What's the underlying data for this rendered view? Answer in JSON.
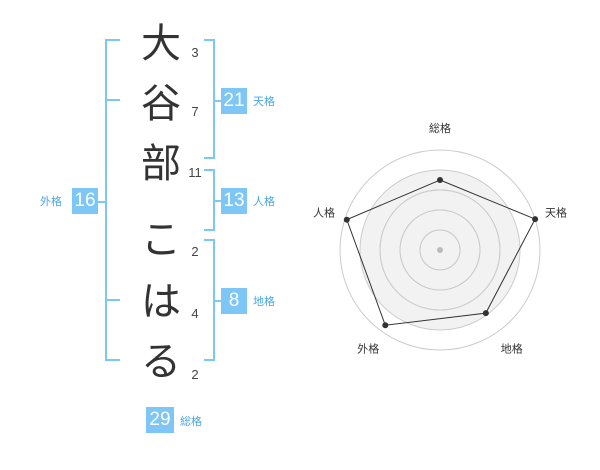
{
  "name": {
    "characters": [
      {
        "char": "大",
        "strokes": "3"
      },
      {
        "char": "谷",
        "strokes": "7"
      },
      {
        "char": "部",
        "strokes": "11"
      },
      {
        "char": "こ",
        "strokes": "2"
      },
      {
        "char": "は",
        "strokes": "4"
      },
      {
        "char": "る",
        "strokes": "2"
      }
    ]
  },
  "kaku": {
    "tenkaku": {
      "value": "21",
      "label": "天格"
    },
    "jinkaku": {
      "value": "13",
      "label": "人格"
    },
    "chikaku": {
      "value": "8",
      "label": "地格"
    },
    "gaikaku": {
      "value": "16",
      "label": "外格"
    },
    "soukaku": {
      "value": "29",
      "label": "総格"
    }
  },
  "colors": {
    "bracket": "#7dc6f5",
    "badge": "#7dc6f5",
    "badge_label": "#4aa6e8",
    "radar_fill": "#f2f2f2",
    "radar_ring": "#cccccc",
    "radar_line": "#333333"
  },
  "chart_data": {
    "type": "radar",
    "axes": [
      "総格",
      "天格",
      "地格",
      "外格",
      "人格"
    ],
    "values": [
      0.7,
      1.0,
      0.78,
      0.93,
      0.98
    ],
    "range": [
      0,
      1
    ],
    "rings": 4
  }
}
